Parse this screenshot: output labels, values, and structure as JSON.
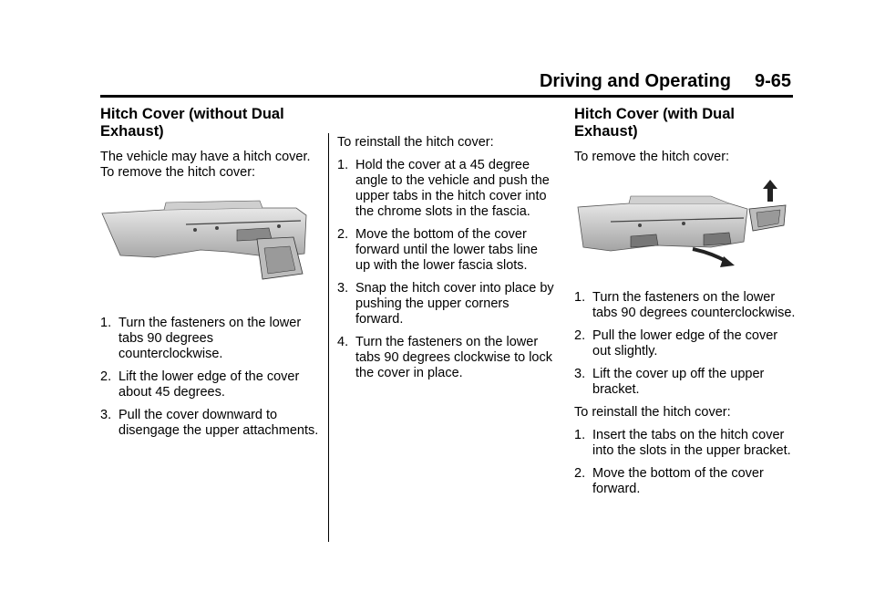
{
  "header": {
    "section": "Driving and Operating",
    "page": "9-65"
  },
  "col1": {
    "heading": "Hitch Cover (without Dual Exhaust)",
    "intro": "The vehicle may have a hitch cover. To remove the hitch cover:",
    "figure_icon": "bumper-hitch-cover-removal-illustration",
    "steps": [
      {
        "num": "1.",
        "text": "Turn the fasteners on the lower tabs 90 degrees counterclockwise."
      },
      {
        "num": "2.",
        "text": "Lift the lower edge of the cover about 45 degrees."
      },
      {
        "num": "3.",
        "text": "Pull the cover downward to disengage the upper attachments."
      }
    ]
  },
  "col2": {
    "intro": "To reinstall the hitch cover:",
    "steps": [
      {
        "num": "1.",
        "text": "Hold the cover at a 45 degree angle to the vehicle and push the upper tabs in the hitch cover into the chrome slots in the fascia."
      },
      {
        "num": "2.",
        "text": "Move the bottom of the cover forward until the lower tabs line up with the lower fascia slots."
      },
      {
        "num": "3.",
        "text": "Snap the hitch cover into place by pushing the upper corners forward."
      },
      {
        "num": "4.",
        "text": "Turn the fasteners on the lower tabs 90 degrees clockwise to lock the cover in place."
      }
    ]
  },
  "col3": {
    "heading": "Hitch Cover (with Dual Exhaust)",
    "intro": "To remove the hitch cover:",
    "figure_icon": "bumper-dual-exhaust-hitch-cover-illustration",
    "steps": [
      {
        "num": "1.",
        "text": "Turn the fasteners on the lower tabs 90 degrees counterclockwise."
      },
      {
        "num": "2.",
        "text": "Pull the lower edge of the cover out slightly."
      },
      {
        "num": "3.",
        "text": "Lift the cover up off the upper bracket."
      }
    ],
    "reinstall_intro": "To reinstall the hitch cover:",
    "reinstall_steps": [
      {
        "num": "1.",
        "text": "Insert the tabs on the hitch cover into the slots in the upper bracket."
      },
      {
        "num": "2.",
        "text": "Move the bottom of the cover forward."
      }
    ]
  }
}
